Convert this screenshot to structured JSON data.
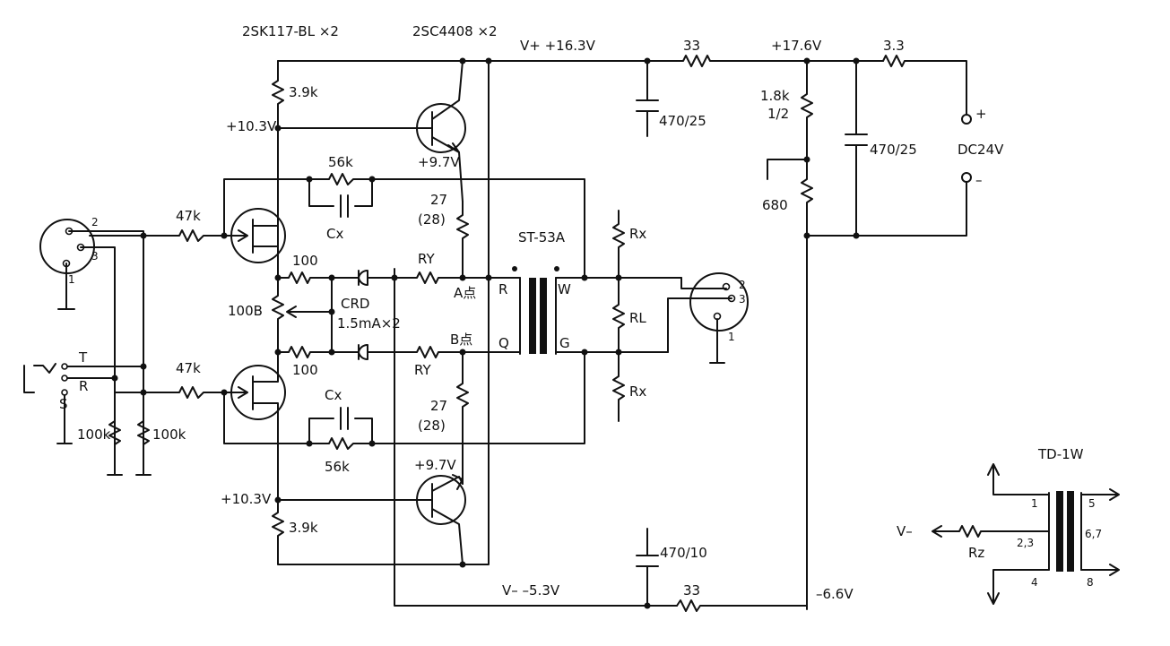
{
  "labels": {
    "jfet_part": "2SK117-BL ×2",
    "bjt_part": "2SC4408 ×2",
    "v_plus": "V+ +16.3V",
    "r33_top": "33",
    "v_17_6": "+17.6V",
    "r3_3": "3.3",
    "cap_470_25_a": "470/25",
    "r1_8k": "1.8k",
    "r1_8k_w": "1/2",
    "cap_470_25_b": "470/25",
    "dc_plus": "+",
    "dc24": "DC24V",
    "dc_minus": "–",
    "r680": "680",
    "r3_9k_top": "3.9k",
    "v10_3_top": "+10.3V",
    "v9_7_top": "+9.7V",
    "r56k_top": "56k",
    "cx_top": "Cx",
    "r27_top": "27",
    "r28_top": "(28)",
    "st53a": "ST-53A",
    "rx_top": "Rx",
    "xlr_in_2": "2",
    "xlr_in_3": "3",
    "xlr_in_1": "1",
    "r47k_top": "47k",
    "r100_top": "100",
    "ry_top": "RY",
    "a_label": "A点",
    "crd": "CRD",
    "crd_spec": "1.5mA×2",
    "vr100b": "100B",
    "r100_bot": "100",
    "b_label": "B点",
    "ry_bot": "RY",
    "t_r": "R",
    "t_w": "W",
    "t_q": "Q",
    "t_g": "G",
    "rl": "RL",
    "xlr_out_2": "2",
    "xlr_out_3": "3",
    "xlr_out_1": "1",
    "rx_bot": "Rx",
    "jack_t": "T",
    "jack_r": "R",
    "jack_s": "S",
    "r47k_bot": "47k",
    "r100k_a": "100k",
    "r100k_b": "100k",
    "cx_bot": "Cx",
    "r56k_bot": "56k",
    "r27_bot": "27",
    "r28_bot": "(28)",
    "v9_7_bot": "+9.7V",
    "v10_3_bot": "+10.3V",
    "r3_9k_bot": "3.9k",
    "cap_470_10": "470/10",
    "v_minus": "V– –5.3V",
    "r33_bot": "33",
    "v_6_6": "–6.6V",
    "td1w": "TD-1W",
    "td_1": "1",
    "td_5": "5",
    "td_23": "2,3",
    "td_67": "6,7",
    "td_4": "4",
    "td_8": "8",
    "td_vminus": "V–",
    "td_rz": "Rz"
  }
}
